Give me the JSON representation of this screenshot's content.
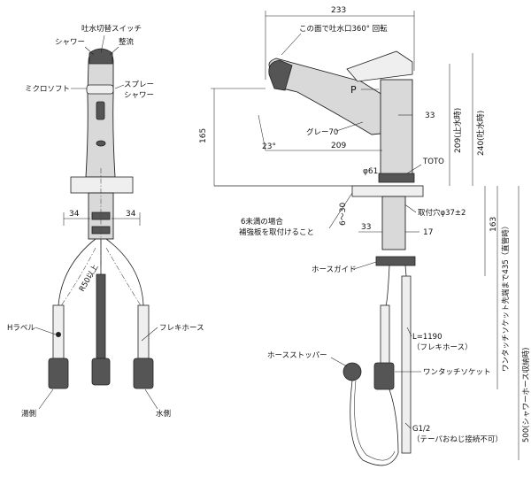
{
  "left_view": {
    "labels": {
      "switch": "吐水切替スイッチ",
      "shower": "シャワー",
      "seiryu": "整流",
      "micro_soft": "ミクロソフト",
      "spray": "スプレー",
      "spray2": "シャワー",
      "h_label": "Hラベル",
      "flexi_hose": "フレキホース",
      "hot_side": "湯側",
      "cold_side": "水側"
    },
    "dims": {
      "left_34": "34",
      "right_34": "34",
      "r50": "R50以上"
    }
  },
  "right_view": {
    "labels": {
      "rotation": "この面で吐水口360° 回転",
      "p_mark": "P",
      "gray": "グレー70",
      "toto": "TOTO",
      "note1": "6未満の場合",
      "note2": "補強板を取付けること",
      "hole": "取付穴φ37±2",
      "hose_guide": "ホースガイド",
      "flexi_len": "L=1190",
      "flexi_name": "（フレキホース）",
      "hose_stopper": "ホースストッパー",
      "one_touch": "ワンタッチソケット",
      "g12": "G1/2",
      "taper": "（テーパおねじ接続不可）"
    },
    "dims": {
      "d233": "233",
      "d33a": "33",
      "d165": "165",
      "d23": "23°",
      "d209h": "209",
      "d61": "φ61",
      "d6_30": "6～30",
      "d33b": "33",
      "d17": "17",
      "d163": "163",
      "v209": "209(止水時)",
      "v240": "240(吐水時)",
      "v435": "ワンタッチソケット先端まで435（直管時）",
      "v500": "500(シャワーホース収納時)"
    }
  }
}
